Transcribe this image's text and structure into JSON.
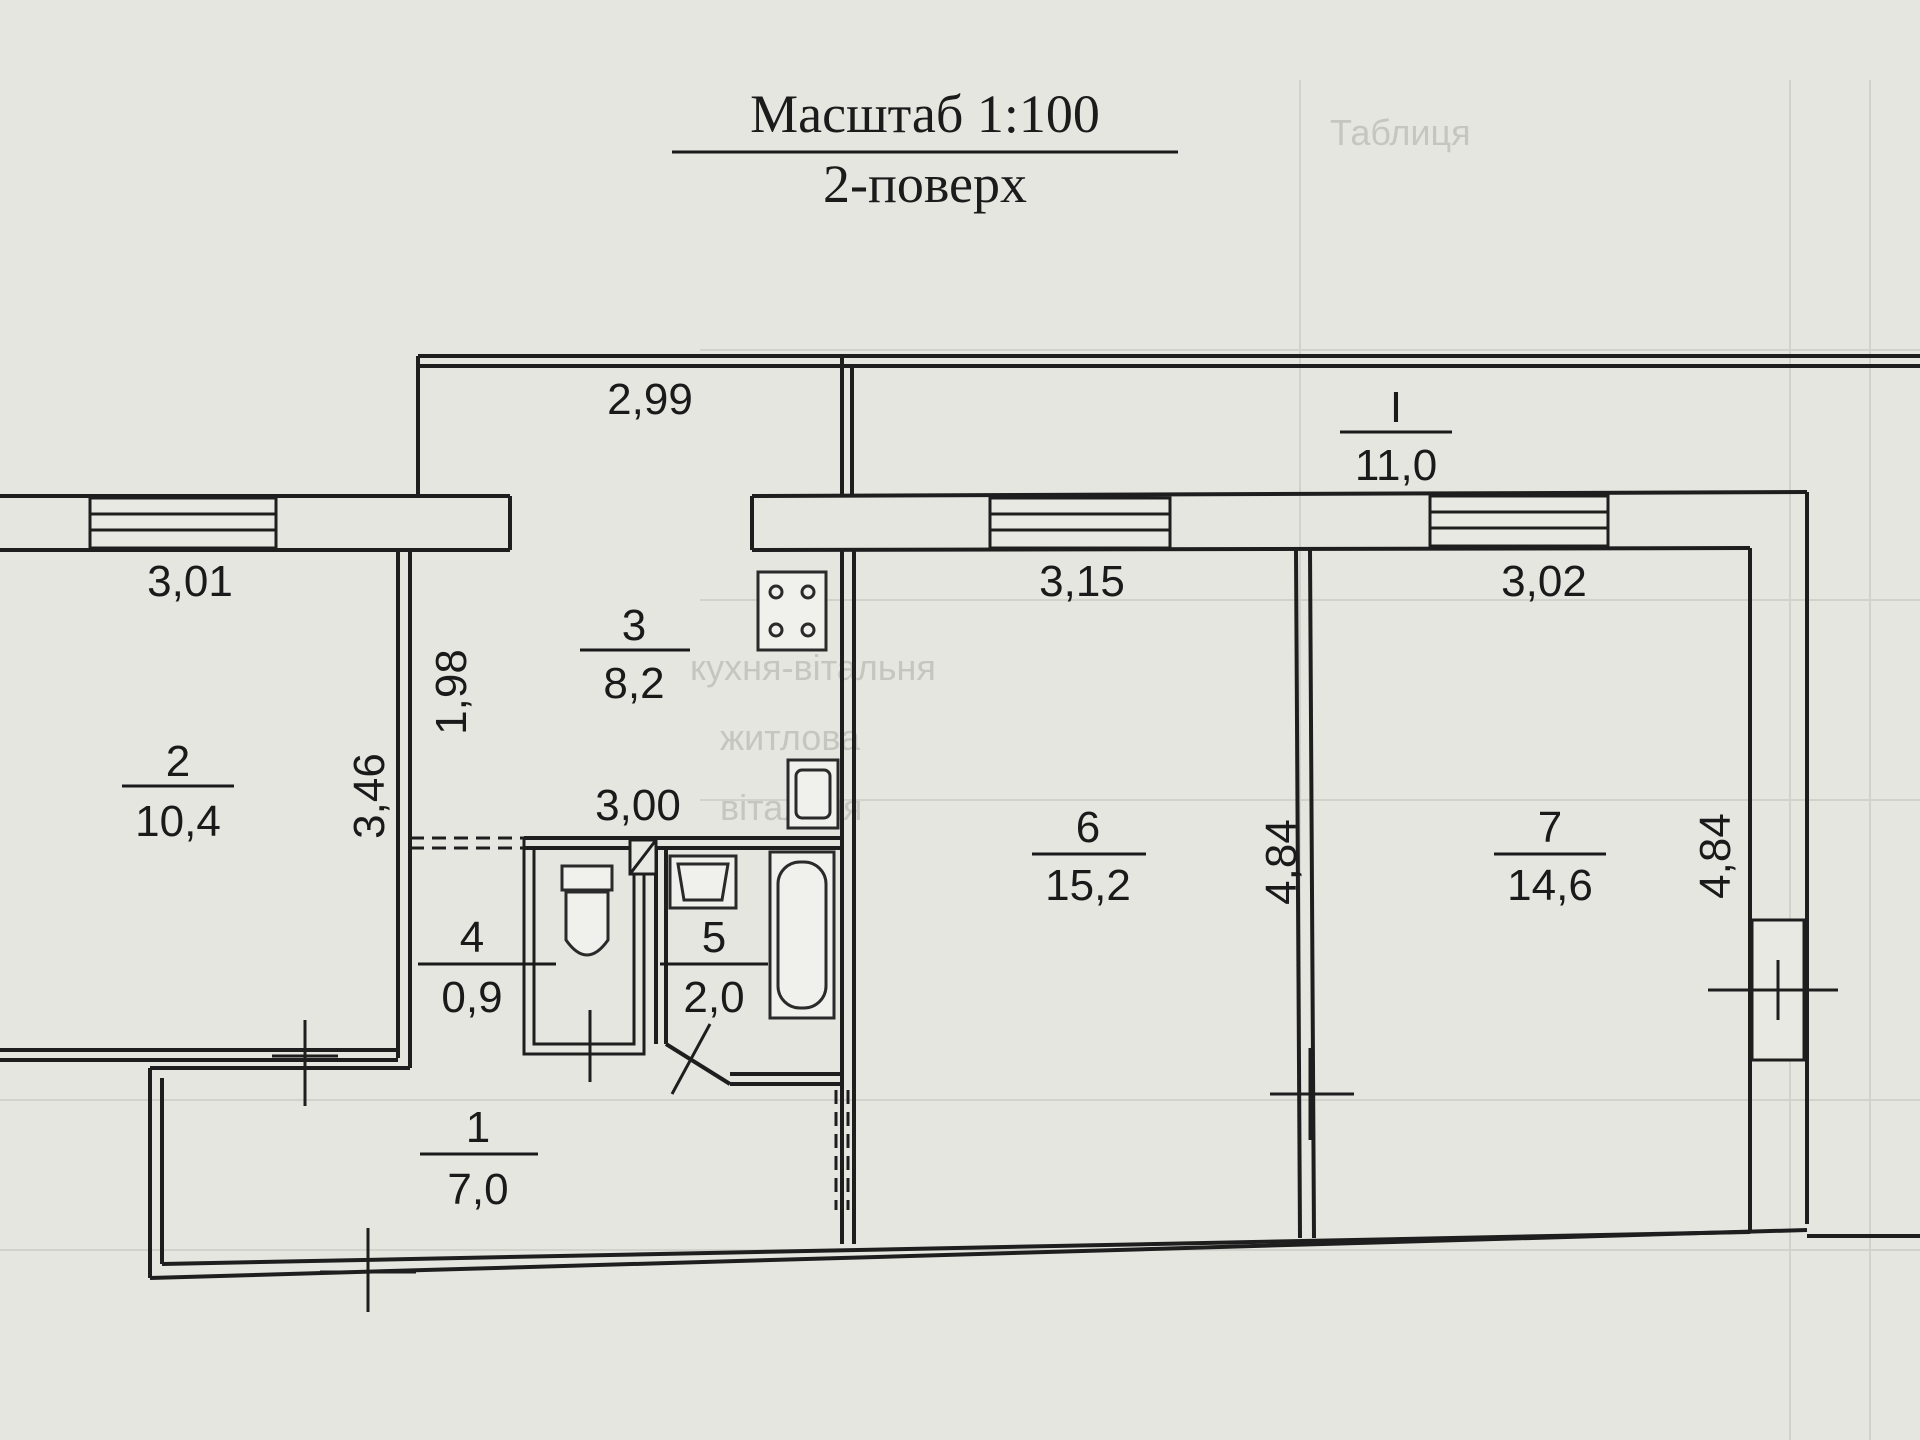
{
  "title": {
    "scale": "Масштаб 1:100",
    "floor": "2-поверх"
  },
  "background_sheet": {
    "header_label": "Таблиця",
    "rows": [
      "кухня-вітальня",
      "житлова",
      "вітальня"
    ]
  },
  "rooms": [
    {
      "id": "1",
      "number": "1",
      "area": "7,0"
    },
    {
      "id": "2",
      "number": "2",
      "area": "10,4"
    },
    {
      "id": "3",
      "number": "3",
      "area": "8,2"
    },
    {
      "id": "4",
      "number": "4",
      "area": "0,9"
    },
    {
      "id": "5",
      "number": "5",
      "area": "2,0"
    },
    {
      "id": "6",
      "number": "6",
      "area": "15,2"
    },
    {
      "id": "7",
      "number": "7",
      "area": "14,6"
    },
    {
      "id": "I",
      "number": "I",
      "area": "11,0"
    }
  ],
  "dimensions": {
    "balcony_width": "2,99",
    "room2_width": "3,01",
    "room2_depth": "3,46",
    "kitchen_depth": "1,98",
    "kitchen_width": "3,00",
    "room6_width": "3,15",
    "room6_depth": "4,84",
    "room7_width": "3,02",
    "room7_depth": "4,84"
  },
  "colors": {
    "paper": "#e6e6e1",
    "lines": "#1e1e1e"
  }
}
